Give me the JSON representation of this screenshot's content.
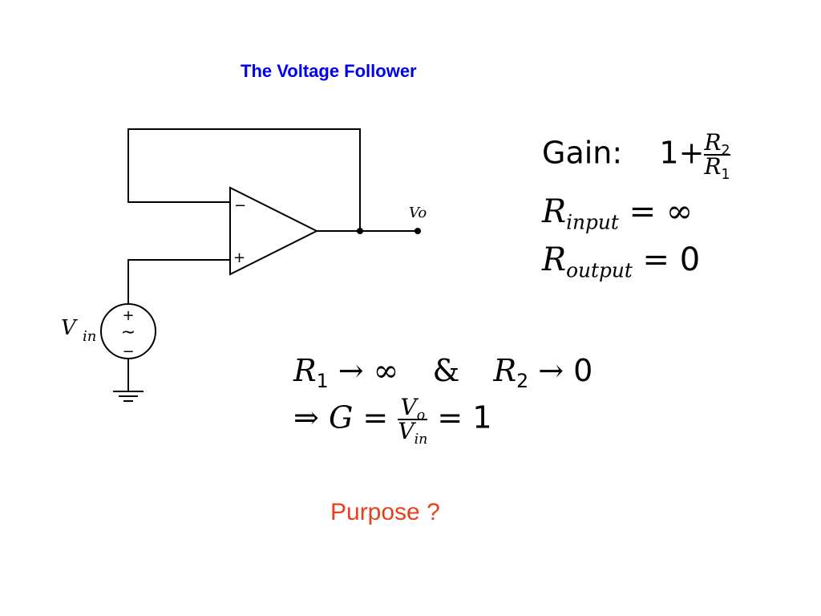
{
  "title": "The Voltage Follower",
  "colors": {
    "title": "#0000ee",
    "purpose": "#e8401c"
  },
  "circuit": {
    "minus_sign": "−",
    "plus_sign": "+",
    "output_label": "Vo",
    "input_label_main": "V",
    "input_label_sub": "in",
    "source_plus": "+",
    "source_tilde": "∼",
    "source_minus": "−"
  },
  "equations": {
    "gain_label": "Gain:",
    "gain_one": "1",
    "gain_plus": "+",
    "gain_num_main": "R",
    "gain_num_sub": "2",
    "gain_den_main": "R",
    "gain_den_sub": "1",
    "rin_main": "R",
    "rin_sub": "input",
    "rin_eq": "=",
    "rin_val": "∞",
    "rout_main": "R",
    "rout_sub": "output",
    "rout_eq": "=",
    "rout_val": "0",
    "lim_r1_main": "R",
    "lim_r1_sub": "1",
    "lim_arrow1": "→",
    "lim_inf": "∞",
    "lim_amp": "&",
    "lim_r2_main": "R",
    "lim_r2_sub": "2",
    "lim_arrow2": "→",
    "lim_zero": "0",
    "g_implies": "⇒",
    "g_G": "G",
    "g_eq1": "=",
    "g_num_main": "V",
    "g_num_sub": "o",
    "g_den_main": "V",
    "g_den_sub": "in",
    "g_eq2": "=",
    "g_one": "1"
  },
  "purpose": "Purpose ?"
}
